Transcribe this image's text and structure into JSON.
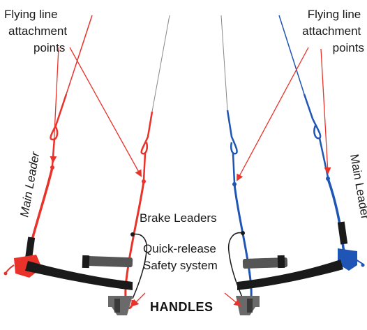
{
  "labels": {
    "flying_line_left": [
      "Flying line",
      "attachment",
      "points"
    ],
    "flying_line_right": [
      "Flying line",
      "attachment",
      "points"
    ],
    "main_leader_left": "Main Leader",
    "main_leader_right": "Main Leader",
    "brake_leaders": "Brake Leaders",
    "quick_release": [
      "Quick-release",
      "Safety system"
    ],
    "handles": "HANDLES"
  },
  "colors": {
    "left_line": "#e8322a",
    "right_line": "#1f55b5",
    "arrow": "#e8322a",
    "bar": "#1a1a1a",
    "handle": "#666666",
    "thin_line": "#555555"
  }
}
